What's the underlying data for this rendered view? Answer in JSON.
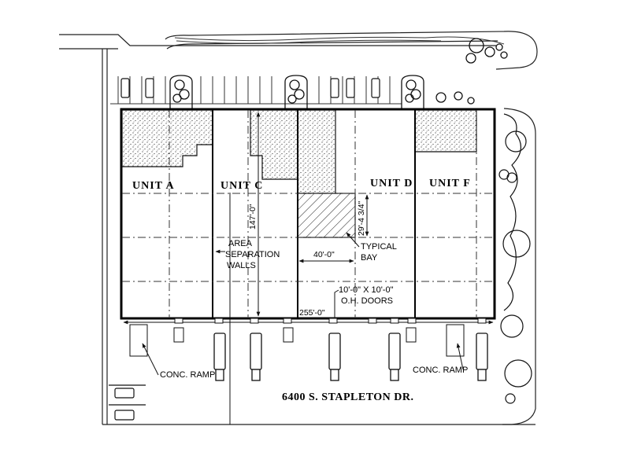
{
  "units": [
    {
      "id": "A",
      "label": "UNIT A"
    },
    {
      "id": "C",
      "label": "UNIT C"
    },
    {
      "id": "D",
      "label": "UNIT D"
    },
    {
      "id": "F",
      "label": "UNIT F"
    }
  ],
  "dimensions": {
    "depth": "147'-0\"",
    "bay_width": "40'-0\"",
    "bay_depth": "29'-4 3/4\"",
    "overall_width": "255'-0\""
  },
  "notes": {
    "separation_walls": [
      "AREA",
      "SEPARATION",
      "WALLS"
    ],
    "typical_bay": [
      "TYPICAL",
      "BAY"
    ],
    "doors": [
      "10'-0\" X 10'-0\"",
      "O.H. DOORS"
    ],
    "ramp_left": "CONC. RAMP",
    "ramp_right": "CONC. RAMP"
  },
  "address": "6400 S. STAPLETON DR."
}
